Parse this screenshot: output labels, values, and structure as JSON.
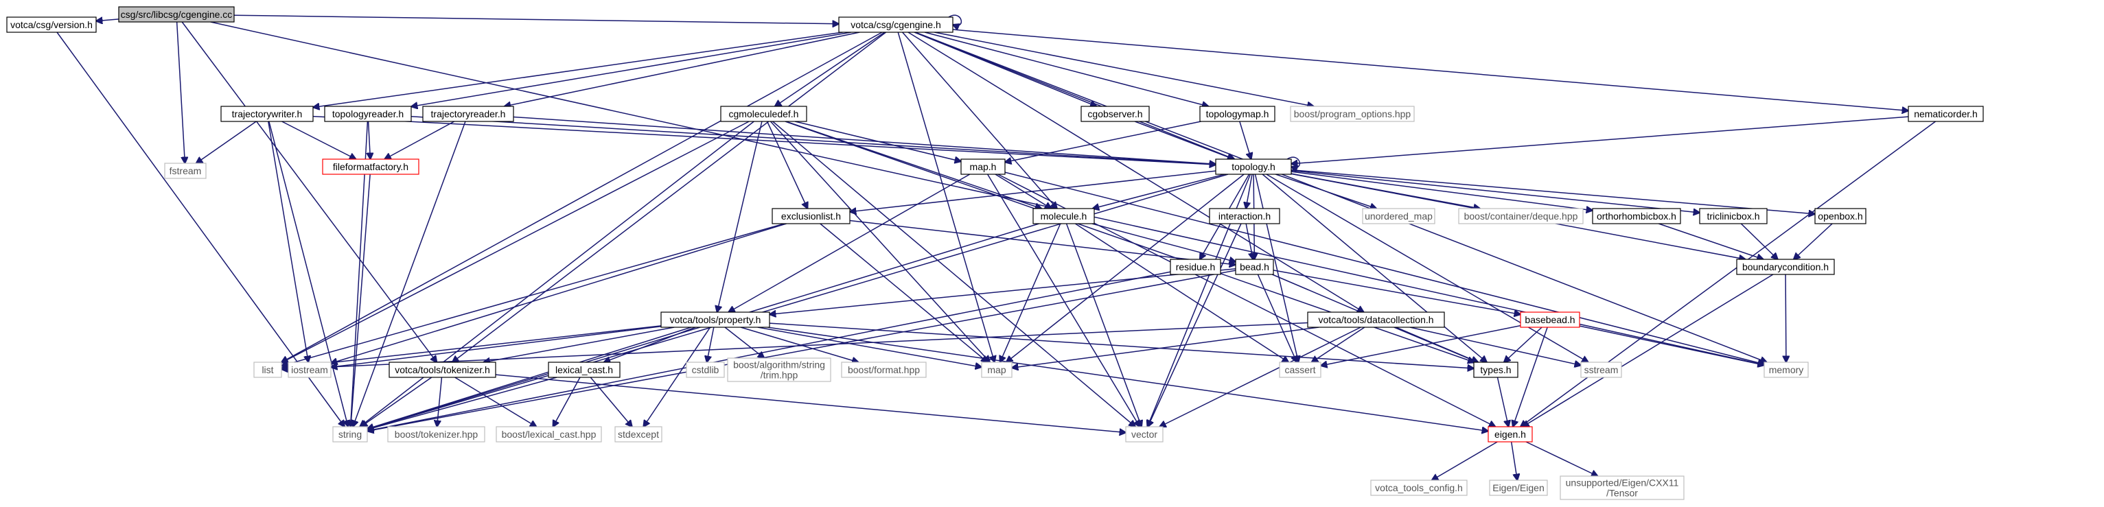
{
  "graph": {
    "nodes": [
      {
        "id": "cgengine_cc",
        "label": "csg/src/libcsg/cgengine.cc",
        "kind": "root"
      },
      {
        "id": "version_h",
        "label": "votca/csg/version.h",
        "kind": "normal"
      },
      {
        "id": "cgengine_h",
        "label": "votca/csg/cgengine.h",
        "kind": "normal"
      },
      {
        "id": "fstream",
        "label": "fstream",
        "kind": "external"
      },
      {
        "id": "trajectorywriter_h",
        "label": "trajectorywriter.h",
        "kind": "normal"
      },
      {
        "id": "topologyreader_h",
        "label": "topologyreader.h",
        "kind": "normal"
      },
      {
        "id": "trajectoryreader_h",
        "label": "trajectoryreader.h",
        "kind": "normal"
      },
      {
        "id": "cgmoleculedef_h",
        "label": "cgmoleculedef.h",
        "kind": "normal"
      },
      {
        "id": "cgobserver_h",
        "label": "cgobserver.h",
        "kind": "normal"
      },
      {
        "id": "topologymap_h",
        "label": "topologymap.h",
        "kind": "normal"
      },
      {
        "id": "boost_program_options",
        "label": "boost/program_options.hpp",
        "kind": "external"
      },
      {
        "id": "nematicorder_h",
        "label": "nematicorder.h",
        "kind": "normal"
      },
      {
        "id": "fileformatfactory_h",
        "label": "fileformatfactory.h",
        "kind": "red"
      },
      {
        "id": "map_h",
        "label": "map.h",
        "kind": "normal"
      },
      {
        "id": "topology_h",
        "label": "topology.h",
        "kind": "normal"
      },
      {
        "id": "exclusionlist_h",
        "label": "exclusionlist.h",
        "kind": "normal"
      },
      {
        "id": "molecule_h",
        "label": "molecule.h",
        "kind": "normal"
      },
      {
        "id": "interaction_h",
        "label": "interaction.h",
        "kind": "normal"
      },
      {
        "id": "unordered_map",
        "label": "unordered_map",
        "kind": "external"
      },
      {
        "id": "boost_deque",
        "label": "boost/container/deque.hpp",
        "kind": "external"
      },
      {
        "id": "orthorhombicbox_h",
        "label": "orthorhombicbox.h",
        "kind": "normal"
      },
      {
        "id": "triclinicbox_h",
        "label": "triclinicbox.h",
        "kind": "normal"
      },
      {
        "id": "openbox_h",
        "label": "openbox.h",
        "kind": "normal"
      },
      {
        "id": "residue_h",
        "label": "residue.h",
        "kind": "normal"
      },
      {
        "id": "bead_h",
        "label": "bead.h",
        "kind": "normal"
      },
      {
        "id": "boundarycondition_h",
        "label": "boundarycondition.h",
        "kind": "normal"
      },
      {
        "id": "property_h",
        "label": "votca/tools/property.h",
        "kind": "normal"
      },
      {
        "id": "datacollection_h",
        "label": "votca/tools/datacollection.h",
        "kind": "normal"
      },
      {
        "id": "basebead_h",
        "label": "basebead.h",
        "kind": "red"
      },
      {
        "id": "list",
        "label": "list",
        "kind": "external"
      },
      {
        "id": "iostream",
        "label": "iostream",
        "kind": "external"
      },
      {
        "id": "tokenizer_h",
        "label": "votca/tools/tokenizer.h",
        "kind": "normal"
      },
      {
        "id": "lexical_cast_h",
        "label": "lexical_cast.h",
        "kind": "normal"
      },
      {
        "id": "cstdlib",
        "label": "cstdlib",
        "kind": "external"
      },
      {
        "id": "boost_trim",
        "label": [
          "boost/algorithm/string",
          "/trim.hpp"
        ],
        "kind": "external"
      },
      {
        "id": "boost_format",
        "label": "boost/format.hpp",
        "kind": "external"
      },
      {
        "id": "map",
        "label": "map",
        "kind": "external"
      },
      {
        "id": "cassert",
        "label": "cassert",
        "kind": "external"
      },
      {
        "id": "types_h",
        "label": "types.h",
        "kind": "normal"
      },
      {
        "id": "sstream",
        "label": "sstream",
        "kind": "external"
      },
      {
        "id": "memory",
        "label": "memory",
        "kind": "external"
      },
      {
        "id": "string",
        "label": "string",
        "kind": "external"
      },
      {
        "id": "boost_tokenizer",
        "label": "boost/tokenizer.hpp",
        "kind": "external"
      },
      {
        "id": "boost_lexical_cast",
        "label": "boost/lexical_cast.hpp",
        "kind": "external"
      },
      {
        "id": "stdexcept",
        "label": "stdexcept",
        "kind": "external"
      },
      {
        "id": "vector",
        "label": "vector",
        "kind": "external"
      },
      {
        "id": "eigen_h",
        "label": "eigen.h",
        "kind": "red"
      },
      {
        "id": "votca_tools_config",
        "label": "votca_tools_config.h",
        "kind": "external"
      },
      {
        "id": "eigen_eigen",
        "label": "Eigen/Eigen",
        "kind": "external"
      },
      {
        "id": "eigen_tensor",
        "label": [
          "unsupported/Eigen/CXX11",
          "/Tensor"
        ],
        "kind": "external"
      }
    ],
    "edges": [
      [
        "cgengine_cc",
        "version_h"
      ],
      [
        "cgengine_cc",
        "cgengine_h"
      ],
      [
        "cgengine_cc",
        "fstream"
      ],
      [
        "cgengine_cc",
        "tokenizer_h"
      ],
      [
        "cgengine_cc",
        "memory"
      ],
      [
        "version_h",
        "string"
      ],
      [
        "cgengine_h",
        "cgengine_h"
      ],
      [
        "cgengine_h",
        "list"
      ],
      [
        "cgengine_h",
        "map"
      ],
      [
        "cgengine_h",
        "trajectorywriter_h"
      ],
      [
        "cgengine_h",
        "topologyreader_h"
      ],
      [
        "cgengine_h",
        "trajectoryreader_h"
      ],
      [
        "cgengine_h",
        "cgmoleculedef_h"
      ],
      [
        "cgengine_h",
        "cgobserver_h"
      ],
      [
        "cgengine_h",
        "topologymap_h"
      ],
      [
        "cgengine_h",
        "boost_program_options"
      ],
      [
        "cgengine_h",
        "nematicorder_h"
      ],
      [
        "cgengine_h",
        "topology_h"
      ],
      [
        "cgengine_h",
        "molecule_h"
      ],
      [
        "cgengine_h",
        "tokenizer_h"
      ],
      [
        "cgengine_h",
        "datacollection_h"
      ],
      [
        "cgengine_h",
        "memory"
      ],
      [
        "trajectorywriter_h",
        "fstream"
      ],
      [
        "trajectorywriter_h",
        "iostream"
      ],
      [
        "trajectorywriter_h",
        "string"
      ],
      [
        "trajectorywriter_h",
        "fileformatfactory_h"
      ],
      [
        "trajectorywriter_h",
        "topology_h"
      ],
      [
        "topologyreader_h",
        "string"
      ],
      [
        "topologyreader_h",
        "fileformatfactory_h"
      ],
      [
        "topologyreader_h",
        "topology_h"
      ],
      [
        "trajectoryreader_h",
        "string"
      ],
      [
        "trajectoryreader_h",
        "fileformatfactory_h"
      ],
      [
        "trajectoryreader_h",
        "topology_h"
      ],
      [
        "cgmoleculedef_h",
        "list"
      ],
      [
        "cgmoleculedef_h",
        "map"
      ],
      [
        "cgmoleculedef_h",
        "string"
      ],
      [
        "cgmoleculedef_h",
        "vector"
      ],
      [
        "cgmoleculedef_h",
        "map_h"
      ],
      [
        "cgmoleculedef_h",
        "exclusionlist_h"
      ],
      [
        "cgmoleculedef_h",
        "molecule_h"
      ],
      [
        "cgmoleculedef_h",
        "property_h"
      ],
      [
        "cgmoleculedef_h",
        "types_h"
      ],
      [
        "cgobserver_h",
        "topology_h"
      ],
      [
        "topologymap_h",
        "map_h"
      ],
      [
        "topologymap_h",
        "topology_h"
      ],
      [
        "nematicorder_h",
        "topology_h"
      ],
      [
        "nematicorder_h",
        "eigen_h"
      ],
      [
        "fileformatfactory_h",
        "string"
      ],
      [
        "map_h",
        "vector"
      ],
      [
        "map_h",
        "molecule_h"
      ],
      [
        "map_h",
        "property_h"
      ],
      [
        "map_h",
        "memory"
      ],
      [
        "map_h",
        "eigen_h"
      ],
      [
        "topology_h",
        "topology_h"
      ],
      [
        "topology_h",
        "exclusionlist_h"
      ],
      [
        "topology_h",
        "molecule_h"
      ],
      [
        "topology_h",
        "interaction_h"
      ],
      [
        "topology_h",
        "unordered_map"
      ],
      [
        "topology_h",
        "boost_deque"
      ],
      [
        "topology_h",
        "orthorhombicbox_h"
      ],
      [
        "topology_h",
        "triclinicbox_h"
      ],
      [
        "topology_h",
        "openbox_h"
      ],
      [
        "topology_h",
        "residue_h"
      ],
      [
        "topology_h",
        "bead_h"
      ],
      [
        "topology_h",
        "boundarycondition_h"
      ],
      [
        "topology_h",
        "cassert"
      ],
      [
        "topology_h",
        "map"
      ],
      [
        "topology_h",
        "types_h"
      ],
      [
        "topology_h",
        "vector"
      ],
      [
        "topology_h",
        "string"
      ],
      [
        "topology_h",
        "sstream"
      ],
      [
        "exclusionlist_h",
        "list"
      ],
      [
        "exclusionlist_h",
        "map"
      ],
      [
        "exclusionlist_h",
        "iostream"
      ],
      [
        "exclusionlist_h",
        "bead_h"
      ],
      [
        "molecule_h",
        "bead_h"
      ],
      [
        "molecule_h",
        "cassert"
      ],
      [
        "molecule_h",
        "map"
      ],
      [
        "molecule_h",
        "string"
      ],
      [
        "molecule_h",
        "vector"
      ],
      [
        "interaction_h",
        "bead_h"
      ],
      [
        "interaction_h",
        "vector"
      ],
      [
        "orthorhombicbox_h",
        "boundarycondition_h"
      ],
      [
        "triclinicbox_h",
        "boundarycondition_h"
      ],
      [
        "openbox_h",
        "boundarycondition_h"
      ],
      [
        "residue_h",
        "string"
      ],
      [
        "bead_h",
        "property_h"
      ],
      [
        "bead_h",
        "basebead_h"
      ],
      [
        "bead_h",
        "cassert"
      ],
      [
        "bead_h",
        "string"
      ],
      [
        "bead_h",
        "types_h"
      ],
      [
        "boundarycondition_h",
        "memory"
      ],
      [
        "boundarycondition_h",
        "eigen_h"
      ],
      [
        "property_h",
        "list"
      ],
      [
        "property_h",
        "iostream"
      ],
      [
        "property_h",
        "map"
      ],
      [
        "property_h",
        "string"
      ],
      [
        "property_h",
        "stdexcept"
      ],
      [
        "property_h",
        "tokenizer_h"
      ],
      [
        "property_h",
        "lexical_cast_h"
      ],
      [
        "property_h",
        "cstdlib"
      ],
      [
        "property_h",
        "boost_trim"
      ],
      [
        "property_h",
        "boost_format"
      ],
      [
        "property_h",
        "types_h"
      ],
      [
        "property_h",
        "eigen_h"
      ],
      [
        "datacollection_h",
        "list"
      ],
      [
        "datacollection_h",
        "map"
      ],
      [
        "datacollection_h",
        "cassert"
      ],
      [
        "datacollection_h",
        "types_h"
      ],
      [
        "datacollection_h",
        "sstream"
      ],
      [
        "datacollection_h",
        "vector"
      ],
      [
        "basebead_h",
        "cassert"
      ],
      [
        "basebead_h",
        "memory"
      ],
      [
        "basebead_h",
        "types_h"
      ],
      [
        "basebead_h",
        "eigen_h"
      ],
      [
        "tokenizer_h",
        "string"
      ],
      [
        "tokenizer_h",
        "vector"
      ],
      [
        "tokenizer_h",
        "boost_tokenizer"
      ],
      [
        "tokenizer_h",
        "boost_lexical_cast"
      ],
      [
        "lexical_cast_h",
        "string"
      ],
      [
        "lexical_cast_h",
        "boost_lexical_cast"
      ],
      [
        "lexical_cast_h",
        "stdexcept"
      ],
      [
        "types_h",
        "eigen_h"
      ],
      [
        "eigen_h",
        "votca_tools_config"
      ],
      [
        "eigen_h",
        "eigen_eigen"
      ],
      [
        "eigen_h",
        "eigen_tensor"
      ]
    ]
  }
}
